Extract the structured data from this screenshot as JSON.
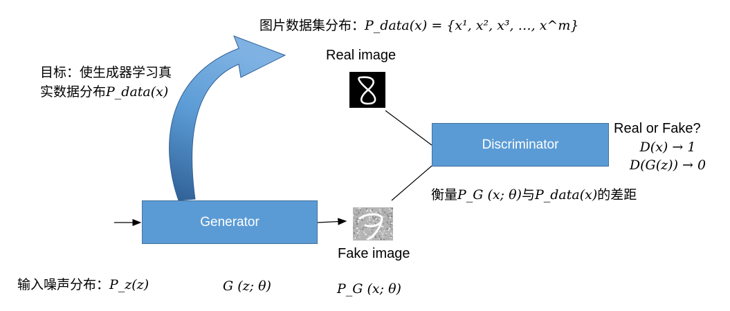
{
  "dataset_distribution": {
    "label": "图片数据集分布：",
    "formula": "P_data(x) = {x¹, x², x³, …, x^m}"
  },
  "goal": {
    "line1": "目标：使生成器学习真",
    "line2_prefix": "实数据分布",
    "line2_formula": "P_data(x)"
  },
  "real_image": {
    "label": "Real image",
    "digit": "8"
  },
  "fake_image": {
    "label": "Fake image",
    "digit": "9"
  },
  "discriminator": {
    "label": "Discriminator",
    "question": "Real or Fake?",
    "out1": "D(x) → 1",
    "out2": "D(G(z)) → 0"
  },
  "generator": {
    "label": "Generator"
  },
  "measure": {
    "prefix": "衡量",
    "formula1": "P_G (x; θ)",
    "middle": "与",
    "formula2": "P_data(x)",
    "suffix": "的差距"
  },
  "noise": {
    "label": "输入噪声分布：",
    "formula": "P_z(z)"
  },
  "generator_fn": "G (z; θ)",
  "generator_dist": "P_G (x; θ)",
  "colors": {
    "box": "#5b9bd5",
    "box_border": "#41719c",
    "arrow_curve": "#4a86c5"
  }
}
